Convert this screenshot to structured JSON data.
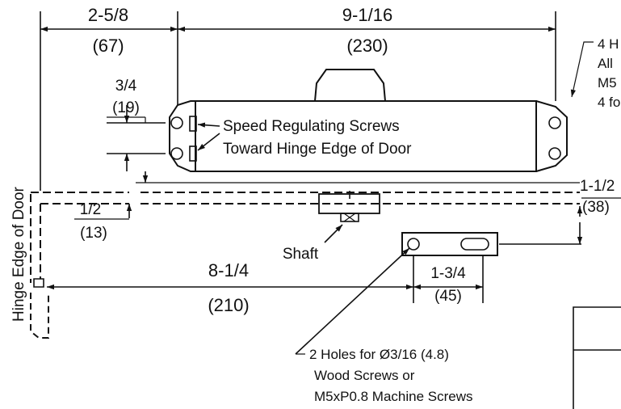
{
  "dimensions": {
    "top_left": {
      "inch": "2-5/8",
      "mm": "(67)"
    },
    "top_right": {
      "inch": "9-1/16",
      "mm": "(230)"
    },
    "bracket_offset": {
      "inch": "3/4",
      "mm": "(19)"
    },
    "arm_offset": {
      "inch": "1/2",
      "mm": "(13)"
    },
    "bottom_span": {
      "inch": "8-1/4",
      "mm": "(210)"
    },
    "bracket_holes": {
      "inch": "1-3/4",
      "mm": "(45)"
    },
    "right_height": {
      "inch": "1-1/2",
      "mm": "(38)"
    }
  },
  "labels": {
    "speed_line1": "Speed Regulating Screws",
    "speed_line2": "Toward Hinge Edge of Door",
    "shaft": "Shaft",
    "hinge_edge": "Hinge Edge of Door",
    "holes_note": [
      "2 Holes for Ø3/16 (4.8)",
      "Wood Screws or",
      "M5xP0.8 Machine Screws"
    ],
    "right_note": [
      "4 H",
      "All",
      "M5",
      "4 fo"
    ]
  },
  "colors": {
    "line": "#111111",
    "background": "#ffffff"
  }
}
